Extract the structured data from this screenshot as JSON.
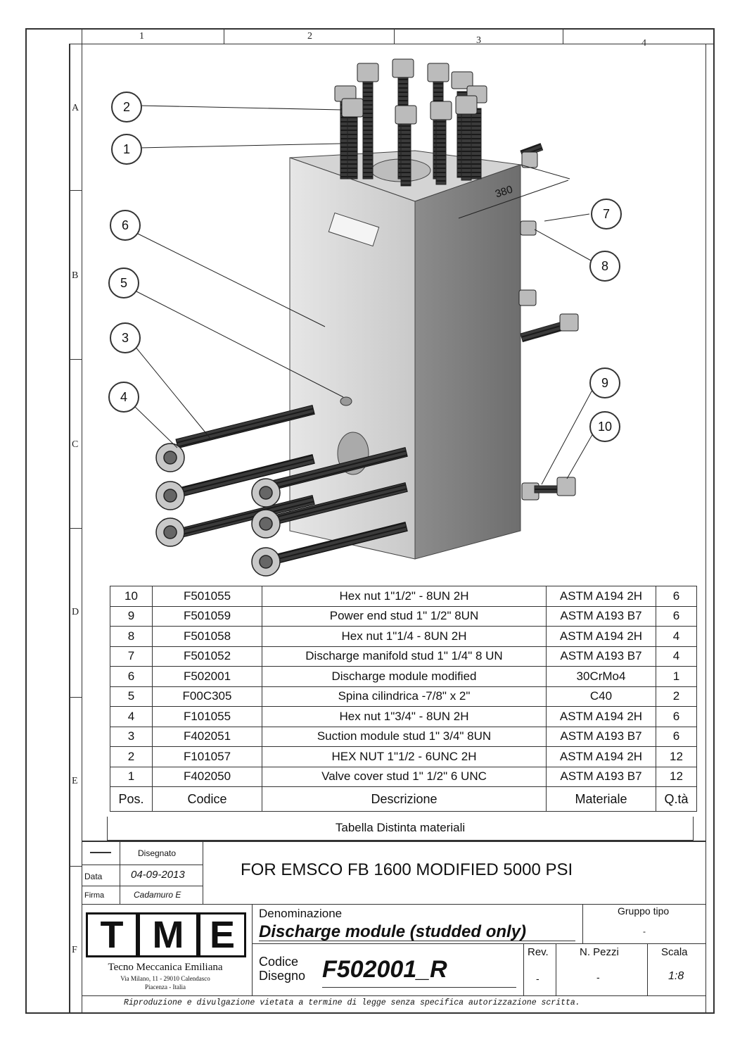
{
  "zones": {
    "columns": [
      "1",
      "2",
      "3",
      "4"
    ],
    "rows": [
      "A",
      "B",
      "C",
      "D",
      "E",
      "F"
    ]
  },
  "dimension": "380",
  "callouts": [
    "1",
    "2",
    "3",
    "4",
    "5",
    "6",
    "7",
    "8",
    "9",
    "10"
  ],
  "bom": {
    "rows": [
      {
        "pos": "10",
        "code": "F501055",
        "desc": "Hex nut 1\"1/2\" -  8UN 2H",
        "mat": "ASTM A194 2H",
        "qty": "6"
      },
      {
        "pos": "9",
        "code": "F501059",
        "desc": "Power end stud 1\" 1/2\" 8UN",
        "mat": "ASTM A193 B7",
        "qty": "6"
      },
      {
        "pos": "8",
        "code": "F501058",
        "desc": "Hex nut 1\"1/4 - 8UN 2H",
        "mat": "ASTM A194 2H",
        "qty": "4"
      },
      {
        "pos": "7",
        "code": "F501052",
        "desc": "Discharge manifold stud 1\" 1/4\" 8 UN",
        "mat": "ASTM A193 B7",
        "qty": "4"
      },
      {
        "pos": "6",
        "code": "F502001",
        "desc": "Discharge module modified",
        "mat": "30CrMo4",
        "qty": "1"
      },
      {
        "pos": "5",
        "code": "F00C305",
        "desc": "Spina cilindrica -7/8\" x 2\"",
        "mat": "C40",
        "qty": "2"
      },
      {
        "pos": "4",
        "code": "F101055",
        "desc": "Hex nut 1\"3/4\" -  8UN 2H",
        "mat": "ASTM A194 2H",
        "qty": "6"
      },
      {
        "pos": "3",
        "code": "F402051",
        "desc": "Suction module stud 1\" 3/4\" 8UN",
        "mat": "ASTM A193 B7",
        "qty": "6"
      },
      {
        "pos": "2",
        "code": "F101057",
        "desc": "HEX NUT 1\"1/2 - 6UNC 2H",
        "mat": "ASTM A194 2H",
        "qty": "12"
      },
      {
        "pos": "1",
        "code": "F402050",
        "desc": "Valve cover stud 1\" 1/2\" 6 UNC",
        "mat": "ASTM A193 B7",
        "qty": "12"
      }
    ],
    "header": {
      "pos": "Pos.",
      "code": "Codice",
      "desc": "Descrizione",
      "mat": "Materiale",
      "qty": "Q.tà"
    },
    "caption": "Tabella Distinta materiali"
  },
  "title_block": {
    "disegnato_label": "Disegnato",
    "data_label": "Data",
    "data_value": "04-09-2013",
    "firma_label": "Firma",
    "firma_value": "Cadamuro E",
    "main_title": "FOR EMSCO FB 1600 MODIFIED 5000 PSI",
    "logo_letters": [
      "T",
      "M",
      "E"
    ],
    "company_name": "Tecno Meccanica Emiliana",
    "company_address": "Via Milano, 11 - 29010 Calendasco",
    "company_city": "Piacenza - Italia",
    "denominazione_label": "Denominazione",
    "denominazione_value": "Discharge module (studded only)",
    "gruppo_label": "Gruppo tipo",
    "gruppo_value": "-",
    "codice_label_1": "Codice",
    "codice_label_2": "Disegno",
    "codice_value": "F502001_R",
    "rev_label": "Rev.",
    "rev_value": "-",
    "npezzi_label": "N. Pezzi",
    "npezzi_value": "-",
    "scala_label": "Scala",
    "scala_value": "1:8",
    "footer": "Riproduzione e divulgazione vietata a termine di legge senza specifica autorizzazione scritta."
  },
  "colors": {
    "block_front": "#d8d8d8",
    "block_side": "#8a8a8a",
    "stud": "#3a3a3a"
  }
}
